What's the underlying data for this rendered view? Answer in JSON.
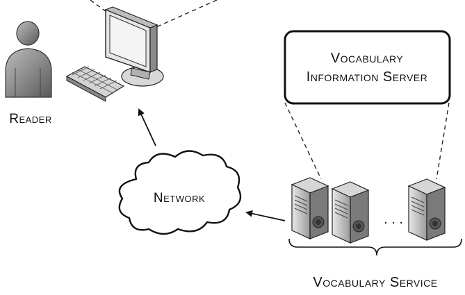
{
  "labels": {
    "reader": "Reader",
    "network": "Network",
    "vis_line1": "Vocabulary",
    "vis_line2": "Information Server",
    "service": "Vocabulary Service",
    "ellipsis": ". . ."
  },
  "icons": {
    "reader": "person-icon",
    "workstation": "computer-monitor-icon",
    "keyboard": "keyboard-icon",
    "network": "cloud-icon",
    "servers": [
      "server-tower-icon",
      "server-tower-icon",
      "server-tower-icon"
    ]
  }
}
